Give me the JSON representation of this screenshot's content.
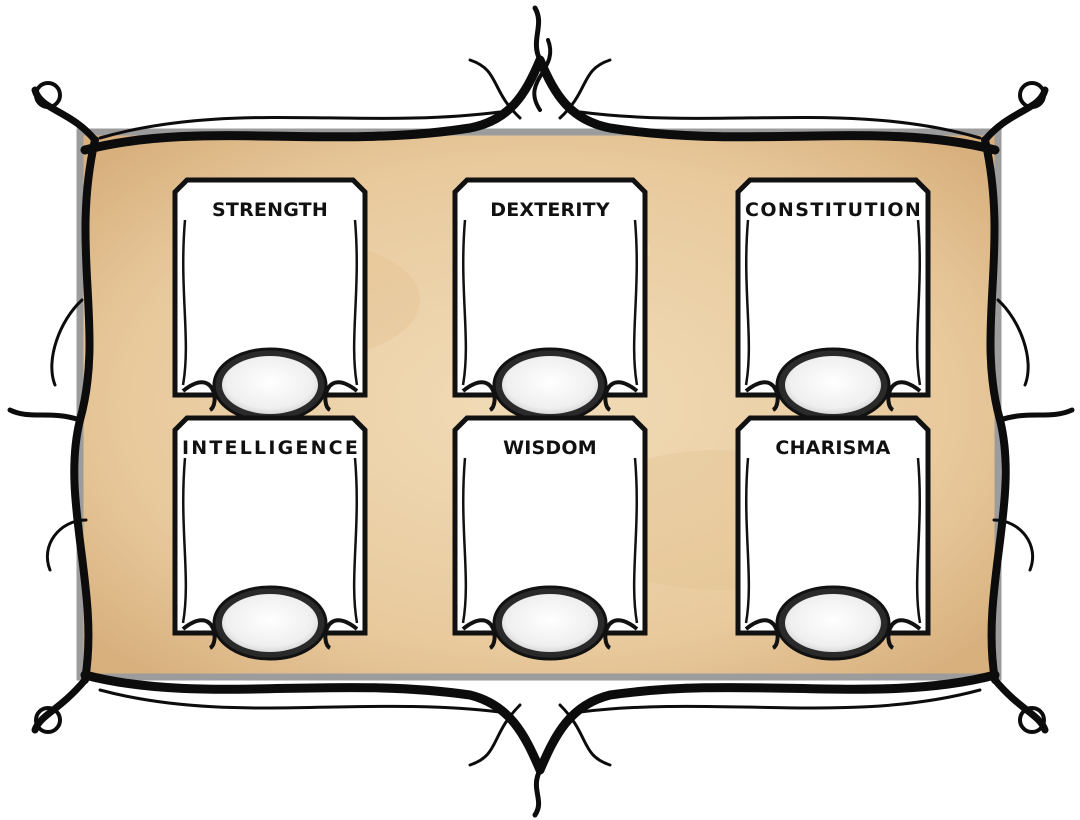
{
  "colors": {
    "parchment": "#ebcfa6",
    "parchment_dark": "#d9b585",
    "frame_border": "#9c9c9c",
    "vine": "#0c0c0c",
    "card_fill": "#ffffff",
    "oval_fill": "#ececec"
  },
  "icons": {
    "frame_ornament": "thorny-vine-ornament",
    "card_ornament": "scroll-flourish",
    "value_socket": "oval-medallion"
  },
  "stats": [
    {
      "label": "STRENGTH",
      "value": ""
    },
    {
      "label": "DEXTERITY",
      "value": ""
    },
    {
      "label": "CONSTITUTION",
      "value": ""
    },
    {
      "label": "INTELLIGENCE",
      "value": ""
    },
    {
      "label": "WISDOM",
      "value": ""
    },
    {
      "label": "CHARISMA",
      "value": ""
    }
  ]
}
